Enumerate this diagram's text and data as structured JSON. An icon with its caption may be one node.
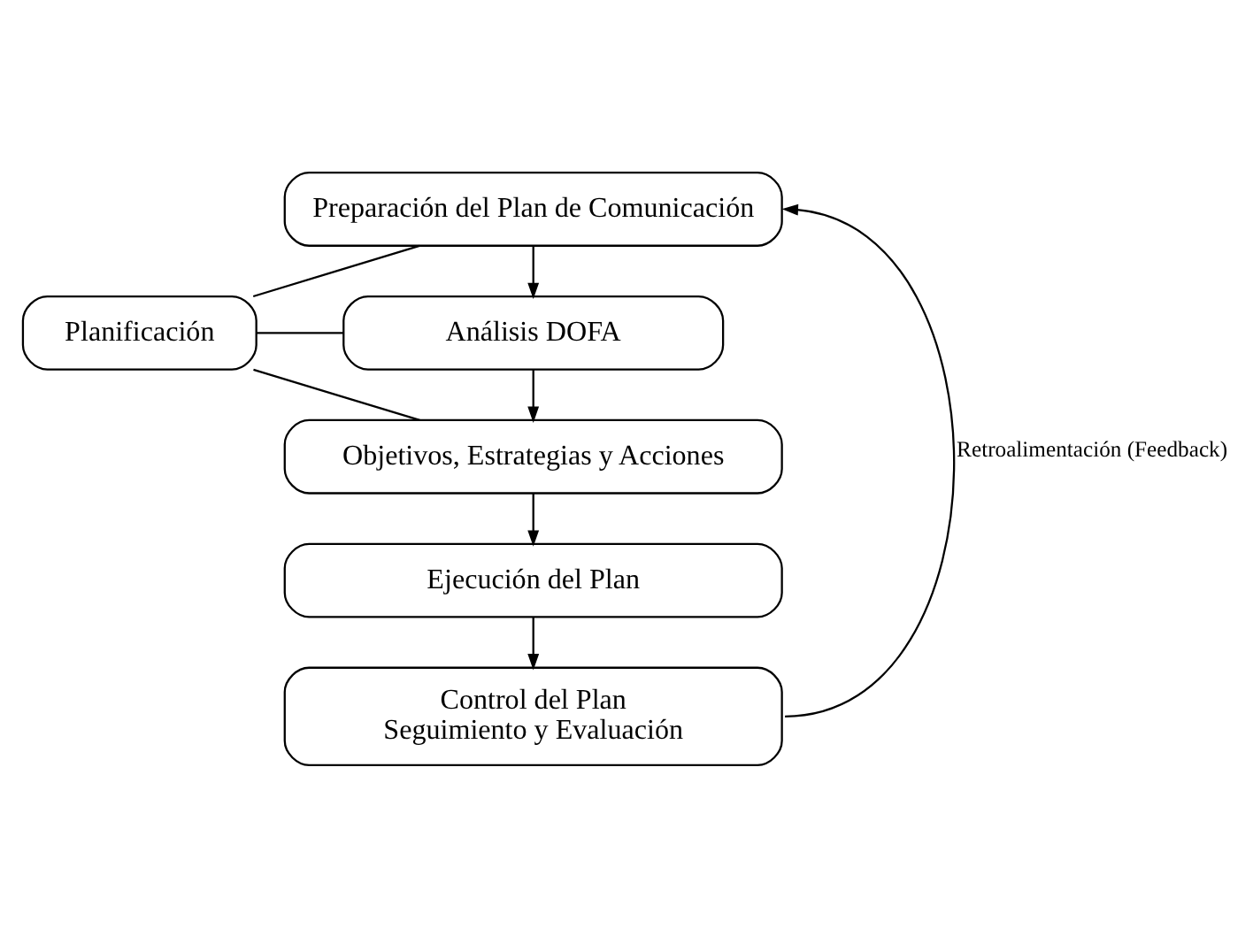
{
  "diagram": {
    "nodes": [
      {
        "text": [
          "Planificación"
        ]
      },
      {
        "text": [
          "Preparación del Plan de Comunicación"
        ]
      },
      {
        "text": [
          "Análisis DOFA"
        ]
      },
      {
        "text": [
          "Objetivos, Estrategias y Acciones"
        ]
      },
      {
        "text": [
          "Ejecución del Plan"
        ]
      },
      {
        "text": [
          "Control del Plan",
          "Seguimiento y Evaluación"
        ]
      }
    ],
    "edges": [
      {
        "from": 0,
        "to": 1,
        "arrow": "none"
      },
      {
        "from": 0,
        "to": 2,
        "arrow": "none"
      },
      {
        "from": 0,
        "to": 3,
        "arrow": "none"
      },
      {
        "from": 1,
        "to": 2,
        "arrow": "to"
      },
      {
        "from": 2,
        "to": 3,
        "arrow": "to"
      },
      {
        "from": 3,
        "to": 4,
        "arrow": "to"
      },
      {
        "from": 4,
        "to": 5,
        "arrow": "to"
      },
      {
        "from": 5,
        "to": 1,
        "arrow": "to",
        "label": "Retroalimentación (Feedback)"
      }
    ]
  }
}
